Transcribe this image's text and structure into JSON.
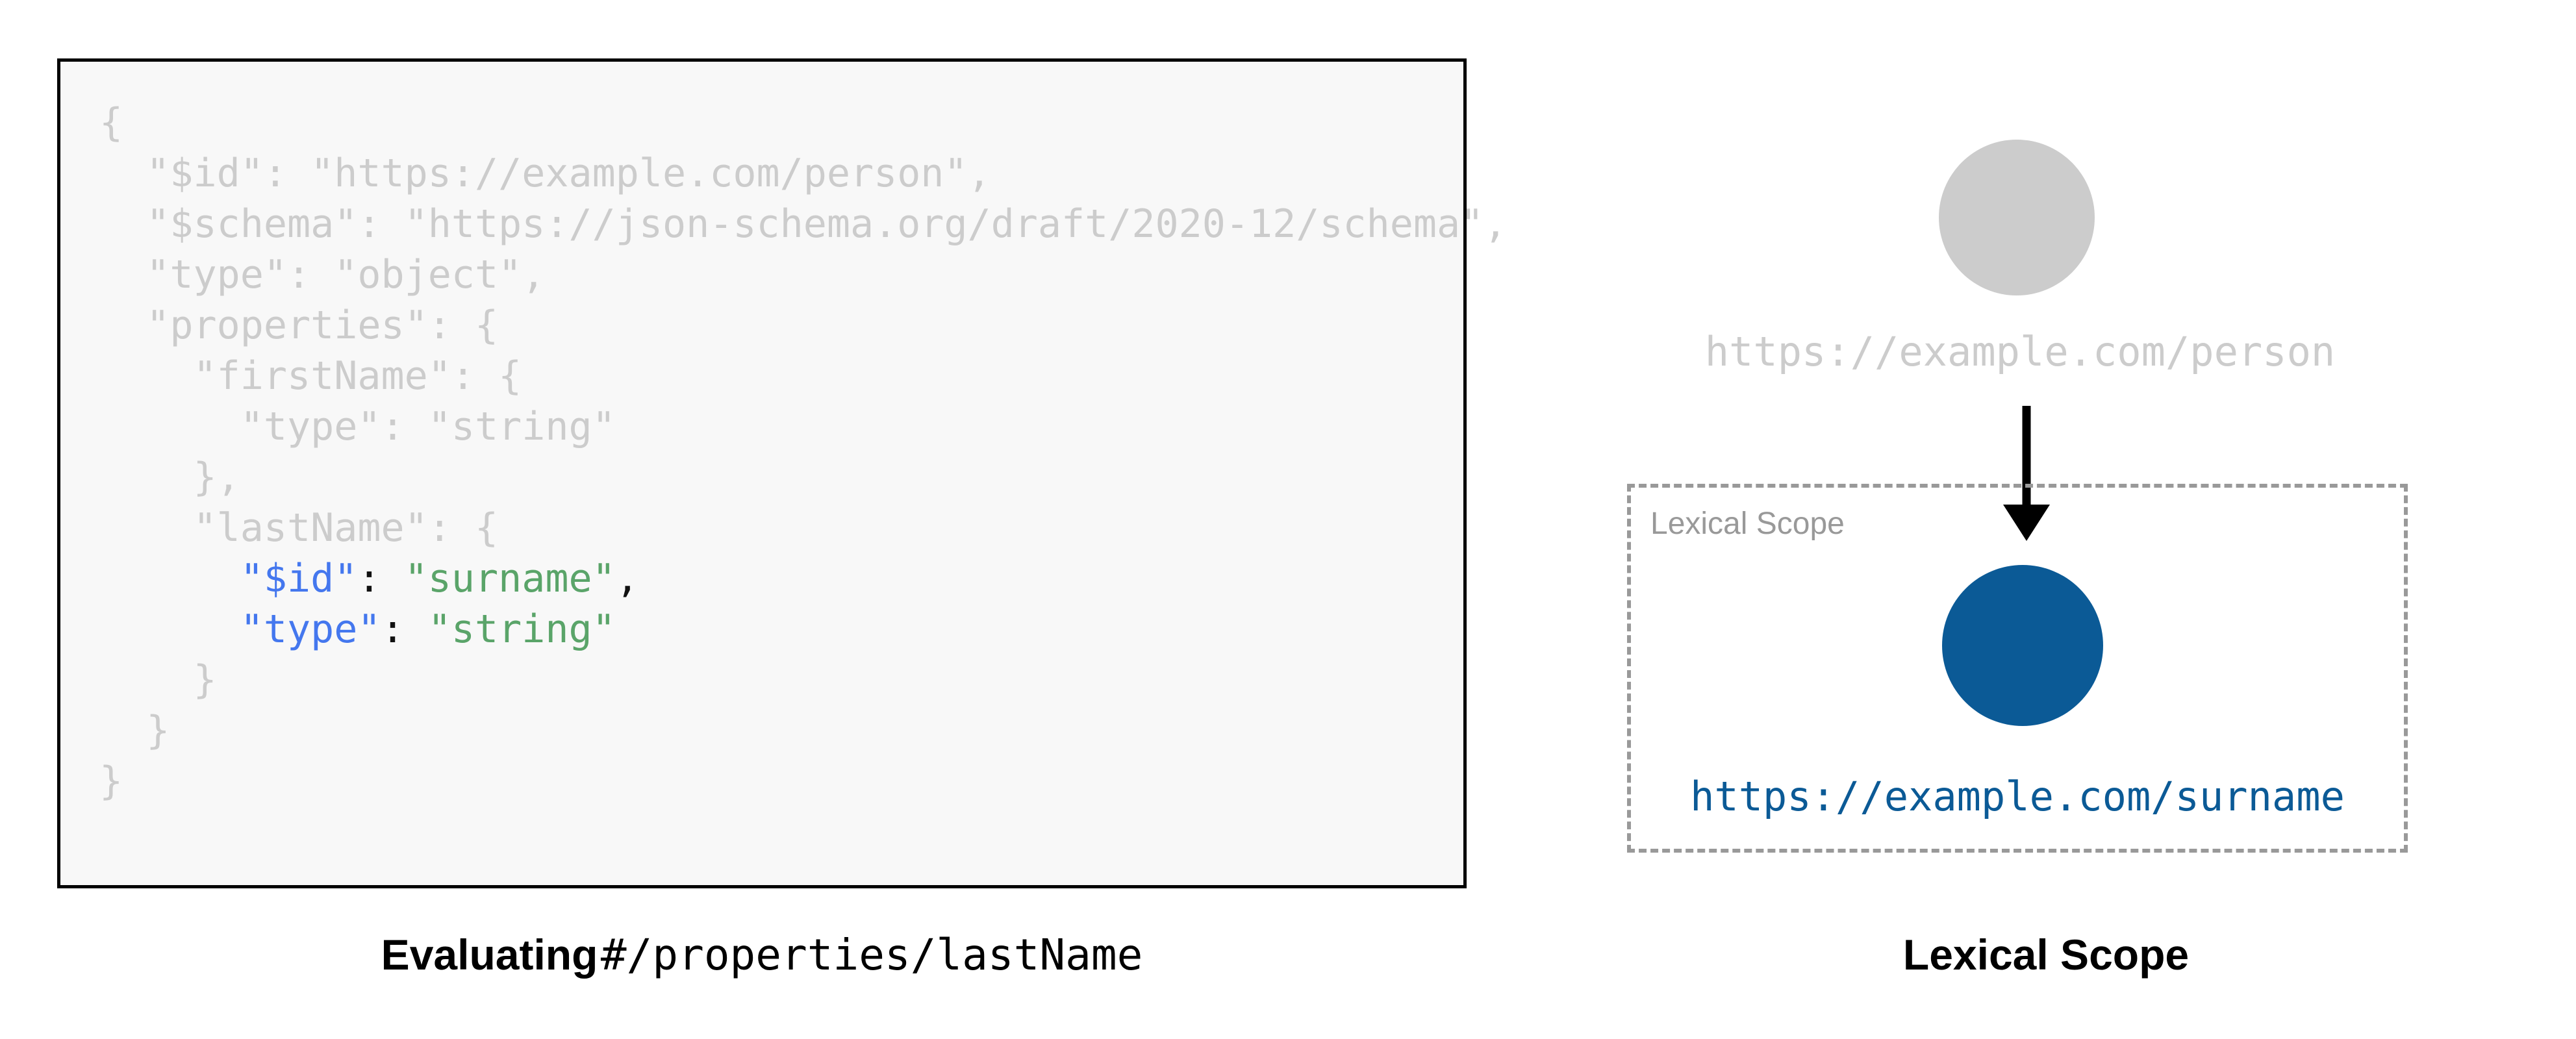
{
  "code_panel": {
    "language": "json",
    "background_color": "#f8f8f8",
    "border_color": "#000000",
    "dim_color": "#cccccc",
    "key_color": "#4477ee",
    "string_color": "#5aa469",
    "lines": [
      {
        "indent": 0,
        "segments": [
          {
            "text": "{",
            "style": "dim"
          }
        ]
      },
      {
        "indent": 1,
        "segments": [
          {
            "text": "\"$id\": \"https://example.com/person\",",
            "style": "dim"
          }
        ]
      },
      {
        "indent": 1,
        "segments": [
          {
            "text": "\"$schema\": \"https://json-schema.org/draft/2020-12/schema\",",
            "style": "dim"
          }
        ]
      },
      {
        "indent": 1,
        "segments": [
          {
            "text": "\"type\": \"object\",",
            "style": "dim"
          }
        ]
      },
      {
        "indent": 1,
        "segments": [
          {
            "text": "\"properties\": {",
            "style": "dim"
          }
        ]
      },
      {
        "indent": 2,
        "segments": [
          {
            "text": "\"firstName\": {",
            "style": "dim"
          }
        ]
      },
      {
        "indent": 3,
        "segments": [
          {
            "text": "\"type\": \"string\"",
            "style": "dim"
          }
        ]
      },
      {
        "indent": 2,
        "segments": [
          {
            "text": "},",
            "style": "dim"
          }
        ]
      },
      {
        "indent": 2,
        "segments": [
          {
            "text": "\"lastName\": {",
            "style": "dim"
          }
        ]
      },
      {
        "indent": 3,
        "segments": [
          {
            "text": "\"$id\"",
            "style": "key"
          },
          {
            "text": ": ",
            "style": "pun"
          },
          {
            "text": "\"surname\"",
            "style": "str"
          },
          {
            "text": ",",
            "style": "pun"
          }
        ]
      },
      {
        "indent": 3,
        "segments": [
          {
            "text": "\"type\"",
            "style": "key"
          },
          {
            "text": ": ",
            "style": "pun"
          },
          {
            "text": "\"string\"",
            "style": "str"
          }
        ]
      },
      {
        "indent": 2,
        "segments": [
          {
            "text": "}",
            "style": "dim"
          }
        ]
      },
      {
        "indent": 1,
        "segments": [
          {
            "text": "}",
            "style": "dim"
          }
        ]
      },
      {
        "indent": 0,
        "segments": [
          {
            "text": "}",
            "style": "dim"
          }
        ]
      }
    ]
  },
  "left_caption": {
    "bold_text": "Evaluating",
    "mono_text": "#/properties/lastName"
  },
  "diagram": {
    "outer_node": {
      "label": "https://example.com/person",
      "color": "#cccccc",
      "label_color": "#cccccc"
    },
    "arrow": {
      "direction": "down",
      "color": "#000000"
    },
    "scope_box": {
      "label": "Lexical Scope",
      "border_color": "#999999",
      "border_style": "dashed",
      "label_color": "#999999"
    },
    "inner_node": {
      "label": "https://example.com/surname",
      "color": "#0b5a96",
      "label_color": "#0b5a96"
    }
  },
  "right_caption": {
    "text": "Lexical Scope"
  }
}
